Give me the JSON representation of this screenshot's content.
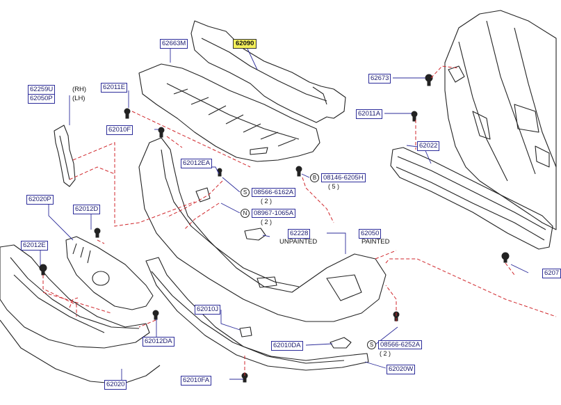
{
  "labels": {
    "p62663M": "62663M",
    "p62090": "62090",
    "p62673": "62673",
    "p62259U": "62259U",
    "rh": "(RH)",
    "p62050P": "62050P",
    "lh": "(LH)",
    "p62011E": "62011E",
    "p62011A": "62011A",
    "p62010F": "62010F",
    "p62022": "62022",
    "p62012EA": "62012EA",
    "bolt_code": "08146-6205H",
    "bolt_qty": "( 5 )",
    "bolt_letter": "B",
    "screw_code": "08566-6162A",
    "screw_qty": "( 2 )",
    "screw_letter": "S",
    "nut_code": "08967-1065A",
    "nut_qty": "( 2 )",
    "nut_letter": "N",
    "p62020P": "62020P",
    "p62012D": "62012D",
    "p62228": "62228",
    "unpainted": "UNPAINTED",
    "p62050": "62050",
    "painted": "PAINTED",
    "p62012E": "62012E",
    "p62010J": "62010J",
    "p62012DA": "62012DA",
    "p62010DA": "62010DA",
    "screw2_code": "08566-6252A",
    "screw2_qty": "( 2 )",
    "screw2_letter": "S",
    "p62020W": "62020W",
    "p62020": "62020",
    "p62010FA": "62010FA",
    "p6207_cut": "6207"
  },
  "colors": {
    "label_text": "#1a1a6e",
    "label_border": "#2b2b9a",
    "highlight": "#f4f05a",
    "dashed_leader": "#d0262b",
    "part_outline": "#222222"
  }
}
